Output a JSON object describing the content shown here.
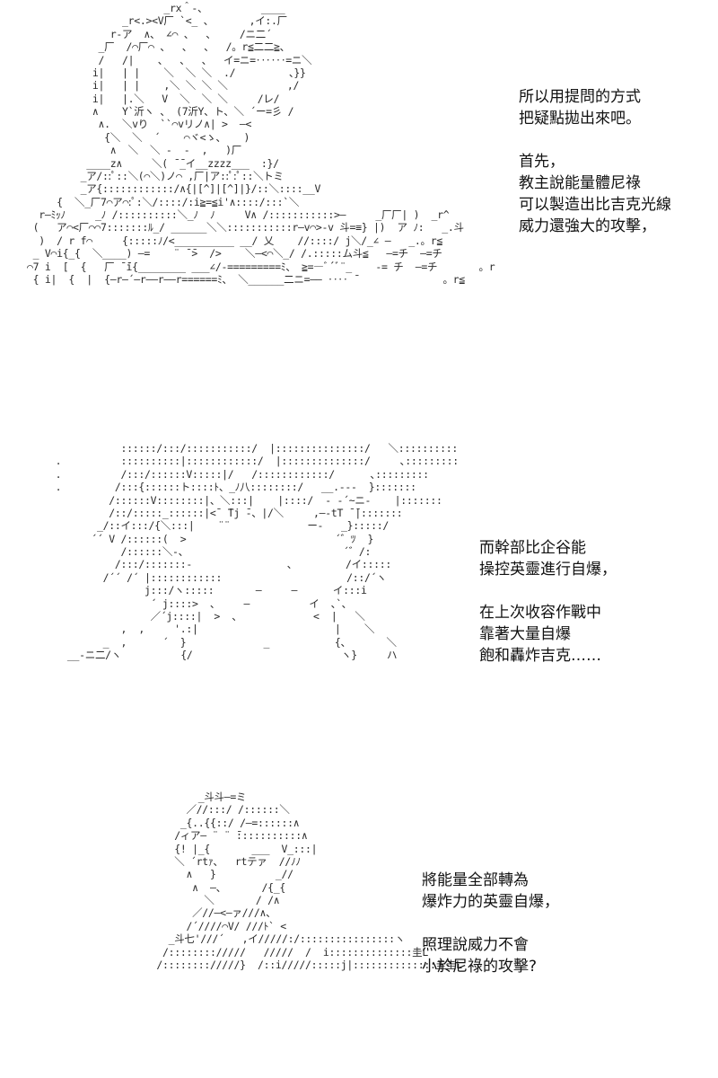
{
  "panels": [
    {
      "art": "                       _rx＾-、         ____\n                _r<.><V厂 `<_ 、      ,イ:.厂\n              r-ア  ∧、 ∠⌒ 、  、    /ニ二´ \n            _厂  /⌒厂⌒ 、  、  、  /。r≦二二≧、\n            /   /|    、  、  、  イ=ニ=‥‥‥=ニ＼\n           i|   | |    ＼  ＼ ＼  ./         、}}\n           i|   | |    ,＼ ＼ ＼ ＼          ,/\n           i|   |.＼   V  ＼  ＼ ＼     /レ/\n           ∧    Y`沂ヽ 、 (7沂Y、ト、＼ ´ー=彡 /\n            ∧.  ＼vり  ``⌒vリノ∧| >  ―<\n             {＼  ＼  ´    ⌒ヾ<ゝ、   )\n              ∧  ＼  ＼ -  -  ,   )厂\n          ____z∧     ＼( ̄ ̄_イ__zzzz___  :}/\n         _ア/::ﾟ::＼(⌒＼)ノ⌒ ,厂|ア::ﾟ:ﾟ::＼トミ\n         _ア{::::::::::::/∧{|[^]|[^]|}/::＼::::__V\n     {  ＼_厂7⌒ア⌒:ﾟ:＼/::::/:i≧=≦i'∧::::/:::`＼\n  r―ﾐｯﾉ     _ﾉ /::::::::::＼_ﾉ  ﾉ     V∧ /:::::::::::>―     _厂厂| )  _r^\n (   ア⌒<厂⌒⌒7:::::::ﾙ_/ ______＼＼:::::::::::r―v⌒>-v 斗=≡} |)  ア ﾉ:   _.斗\n  )  / r f⌒     {:::::ﾉ/<__________ __/ 乂    //::::/ j＼/_∠ ―   _.。r≦\n _ V⌒i{_{  ＼____) ―=    ¨ ̄ ̄>  />    ＼―<⌒＼_/ /.:::::ム斗≦   ―=チ  ―=チ\n⌒7 i  [  {   厂 ̄ ̄i{________ ___∠/-=========ﾐ、 ≧=―ﾞ´ﾞ¨_    -= チ  ―=チ       。r\n { i|  {  |  {―r―´―r――r――r======ﾐ、 ＼______二ニ=―― ‥‥ ̄               。r≦",
      "caption_lines": [
        "所以用提問的方式",
        "把疑點拋出來吧。",
        "",
        "首先，",
        "教主說能量體尼祿",
        "可以製造出比吉克光線",
        "威力還強大的攻擊，"
      ]
    },
    {
      "art": "            ::::::/:::/:::::::::::/  |:::::::::::::::/   ＼::::::::::\n .          ::::::::::|::::::::::::/  |::::::::::::::/     ､:::::::::\n .          /:::/::::::V:::::|/   /::::::::::::/      ､:::::::::\n .         /:::{::::::ト::::ﾄ、_ﾉ八::::::::/   __.---  }:::::::\n          /::::::V::::::::|、＼:::|    |::::/  - ‐´~ニ-    |:::::::\n          /::/:::::_::::::|<¯ ̄Tj ̄-、|/＼     ,―‐tT ̄ ̄|:::::::\n        _/::イ:::/{＼:::|    ¨¨             ー-   _}:::::/\n       ´´ V /::::::(  >                         ´゛ﾂ  }\n            /::::::＼-、                          ´゛/:\n           /:::/:::::::-                ､         /イ:::::\n         /´´ /´ |::::::::::::                     /::/´ヽ\n                j:::/ヽ:::::       ―     ―      イ:::i\n                 ´ j::::>  、    ―          イ  ､`､\n                 ／´j::::|  >  、            <  |   ＼\n            ,  ,     '.:|                       |    ＼\n         _  ,      ´  }             _           {、      ＼\n   __-ニ二/ヽ          {/                         ヽ}     ハ",
      "caption_lines": [
        "而幹部比企谷能",
        "操控英靈進行自爆，",
        "",
        "在上次收容作戰中",
        "靠著大量自爆",
        "飽和轟炸吉克……"
      ]
    },
    {
      "art": "              _斗斗―=ミ\n            ／//:::/ /::::::＼\n           _{..{{::/ /―=::::::∧\n          /ィア― ¨ ¨ ̄:::::::::::∧\n          {! |_{       ___  V_:::|\n          ＼ ´rtｧ、  rtテァ  //ﾉﾉ\n            ∧   }          _//\n             ∧  ―、      /{_{\n               ＼       / /∧\n             ／//―<―ァ///∧、\n            /´////⌒V/ ///ﾄ` <\n         _斗七'///´   ,イ/////:/::::::::::::::::ヽ\n        /:::::::://///   /////  /  i::::::::::::::圭L\n       /:::::::://///}  /::i/////:::::j|::::::::::::::圭圭L",
      "caption_lines": [
        "將能量全部轉為",
        "爆炸力的英靈自爆，",
        "",
        "照理說威力不會",
        "小於尼祿的攻擊?"
      ]
    }
  ]
}
